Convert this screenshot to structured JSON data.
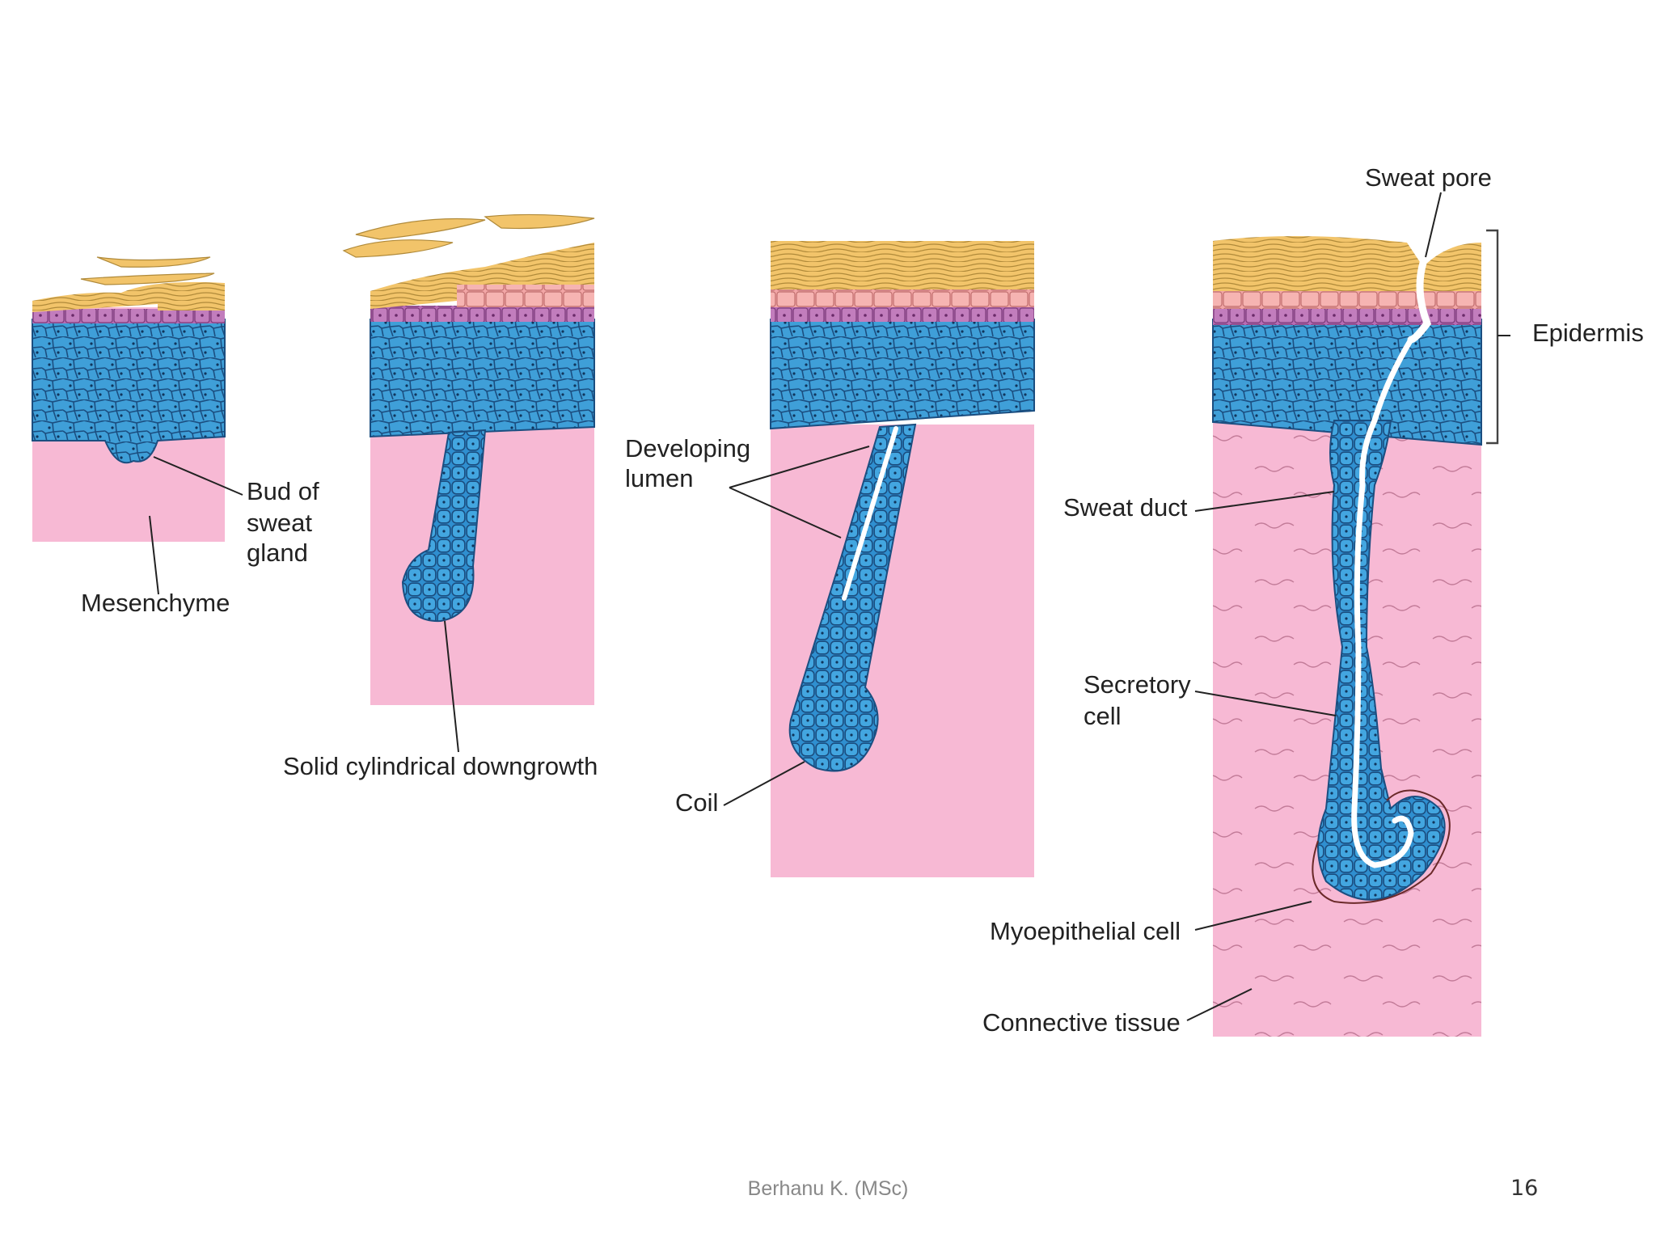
{
  "labels": {
    "bud": [
      "Bud of",
      "sweat",
      "gland"
    ],
    "mesenchyme": "Mesenchyme",
    "solid_downgrowth": "Solid cylindrical downgrowth",
    "developing_lumen": [
      "Developing",
      "lumen"
    ],
    "coil": "Coil",
    "sweat_pore": "Sweat pore",
    "epidermis": "Epidermis",
    "sweat_duct": "Sweat duct",
    "secretory_cell": [
      "Secretory",
      "cell"
    ],
    "myoepithelial_cell": "Myoepithelial cell",
    "connective_tissue": "Connective tissue"
  },
  "footer": {
    "author": "Berhanu K. (MSc)",
    "page_number": "16"
  },
  "colors": {
    "stratum_corneum": "#f2c46a",
    "granular_layer": "#f2a6a6",
    "basal_purple": "#b86cb4",
    "spinous_blue": "#3f9fd8",
    "cell_outline": "#1b4e80",
    "dermis_pink": "#f7b9d4",
    "lumen": "#ffffff"
  }
}
